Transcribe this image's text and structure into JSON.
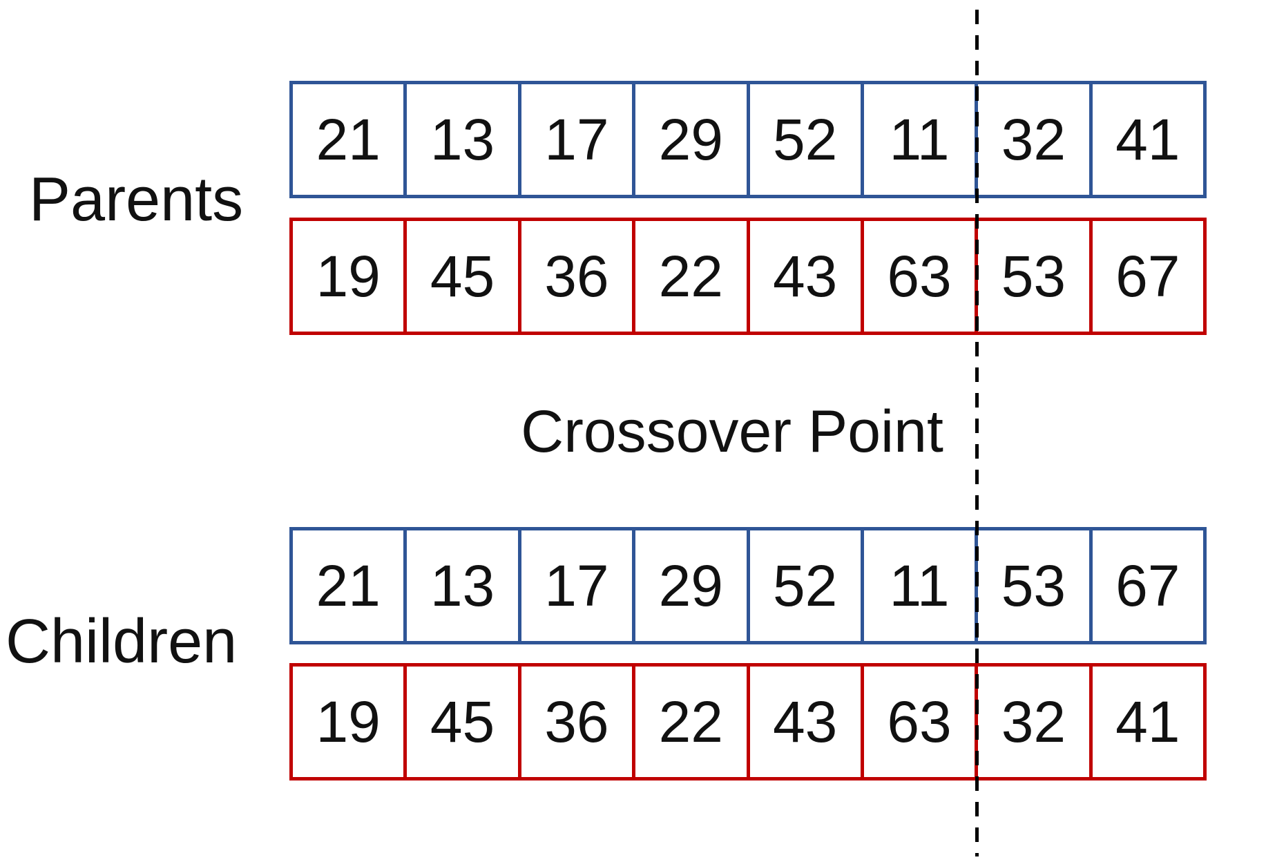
{
  "diagram": {
    "title_context": "Single-point crossover of two parent chromosomes producing two children",
    "parents_label": "Parents",
    "children_label": "Children",
    "crossover_label": "Crossover Point",
    "parents": {
      "blue_chromosome": [
        21,
        13,
        17,
        29,
        52,
        11,
        32,
        41
      ],
      "red_chromosome": [
        19,
        45,
        36,
        22,
        43,
        63,
        53,
        67
      ]
    },
    "children": {
      "blue_chromosome": [
        21,
        13,
        17,
        29,
        52,
        11,
        53,
        67
      ],
      "red_chromosome": [
        19,
        45,
        36,
        22,
        43,
        63,
        32,
        41
      ]
    },
    "crossover_point_after_gene_index": 6,
    "colors": {
      "blue_border": "#2F5596",
      "red_border": "#C00000",
      "dashed_line": "#000000",
      "text": "#111111",
      "background": "#FFFFFF"
    }
  }
}
